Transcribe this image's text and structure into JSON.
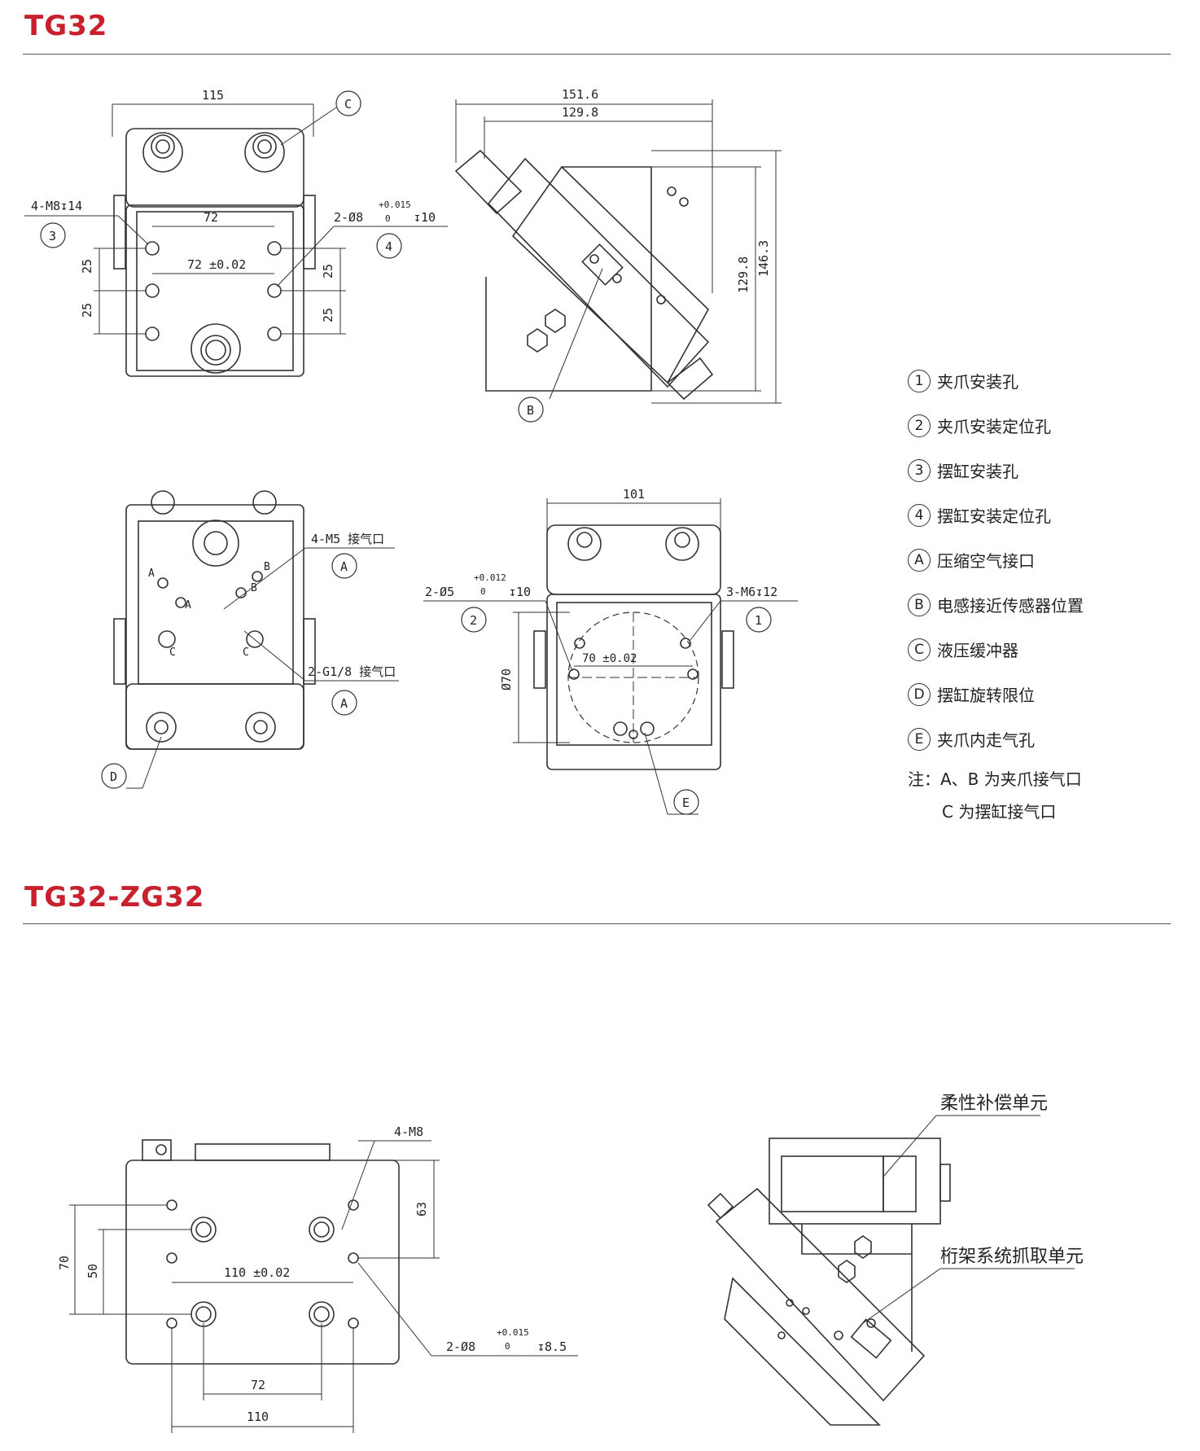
{
  "section1": {
    "title": "TG32"
  },
  "section2": {
    "title": "TG32-ZG32"
  },
  "legend": [
    {
      "badge": "1",
      "text": "夹爪安装孔"
    },
    {
      "badge": "2",
      "text": "夹爪安装定位孔"
    },
    {
      "badge": "3",
      "text": "摆缸安装孔"
    },
    {
      "badge": "4",
      "text": "摆缸安装定位孔"
    },
    {
      "badge": "A",
      "text": "压缩空气接口"
    },
    {
      "badge": "B",
      "text": "电感接近传感器位置"
    },
    {
      "badge": "C",
      "text": "液压缓冲器"
    },
    {
      "badge": "D",
      "text": "摆缸旋转限位"
    },
    {
      "badge": "E",
      "text": "夹爪内走气孔"
    }
  ],
  "notes": {
    "line1": "注：A、B 为夹爪接气口",
    "line2": "C 为摆缸接气口"
  },
  "view_top_left": {
    "dim_width": "115",
    "dim_72": "72",
    "dim_72_tol": "72 ±0.02",
    "dim_25a": "25",
    "dim_25b": "25",
    "dim_25c": "25",
    "dim_25d": "25",
    "hole_3": "4-M8↧14",
    "hole_4": "2-Ø8",
    "hole_4_tol_up": "+0.015",
    "hole_4_tol_lo": "0",
    "hole_4_depth": "↧10",
    "callout_3": "3",
    "callout_4": "4",
    "callout_C": "C"
  },
  "view_top_right": {
    "dim_151": "151.6",
    "dim_129w": "129.8",
    "dim_129h": "129.8",
    "dim_146": "146.3",
    "callout_B": "B"
  },
  "view_bottom_left": {
    "port_m5": "4-M5 接气口",
    "port_g": "2-G1/8 接气口",
    "callout_A1": "A",
    "callout_A2": "A",
    "callout_D": "D",
    "label_A1": "A",
    "label_A2": "A",
    "label_B1": "B",
    "label_B2": "B",
    "label_C1": "C",
    "label_C2": "C"
  },
  "view_bottom_right": {
    "dim_101": "101",
    "hole_2": "2-Ø5",
    "hole_2_tol_up": "+0.012",
    "hole_2_tol_lo": "0",
    "hole_2_depth": "↧10",
    "hole_1": "3-M6↧12",
    "dim_70_tol": "70 ±0.02",
    "dim_dia70": "Ø70",
    "callout_1": "1",
    "callout_2": "2",
    "callout_E": "E"
  },
  "view_zg_left": {
    "hole_m8": "4-M8",
    "dim_63": "63",
    "dim_70": "70",
    "dim_50": "50",
    "dim_110_tol": "110 ±0.02",
    "dim_72": "72",
    "dim_110": "110",
    "hole_8": "2-Ø8",
    "hole_8_tol_up": "+0.015",
    "hole_8_tol_lo": "0",
    "hole_8_depth": "↧8.5"
  },
  "view_zg_right": {
    "label_flex": "柔性补偿单元",
    "label_gantry": "桁架系统抓取单元"
  }
}
